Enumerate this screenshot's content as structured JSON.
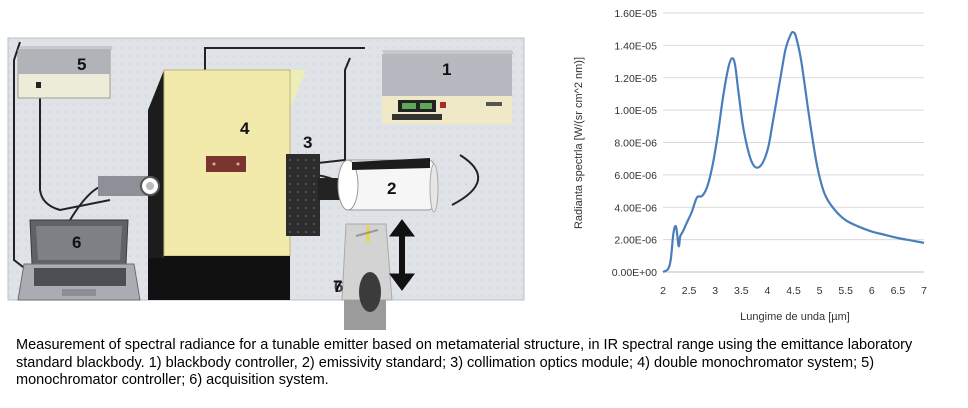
{
  "setup": {
    "labels": [
      "1",
      "2",
      "3",
      "4",
      "5",
      "6",
      "7"
    ],
    "label_over": "6"
  },
  "chart_data": {
    "type": "line",
    "xlabel": "Lungime de unda [µm]",
    "ylabel": "Radianta spectrla [W/(sr cm^2 nm)]",
    "xlim": [
      2,
      7
    ],
    "ylim": [
      0,
      1.6e-05
    ],
    "x_ticks": [
      "2",
      "2.5",
      "3",
      "3.5",
      "4",
      "4.5",
      "5",
      "5.5",
      "6",
      "6.5",
      "7"
    ],
    "y_ticks": [
      "0.00E+00",
      "2.00E-06",
      "4.00E-06",
      "6.00E-06",
      "8.00E-06",
      "1.00E-05",
      "1.20E-05",
      "1.40E-05",
      "1.60E-05"
    ],
    "grid": "horizontal",
    "color": "#4a7ebb",
    "series": [
      {
        "x": [
          2.0,
          2.1,
          2.15,
          2.2,
          2.25,
          2.3,
          2.33,
          2.38,
          2.45,
          2.55,
          2.65,
          2.75,
          2.85,
          2.95,
          3.05,
          3.15,
          3.25,
          3.32,
          3.38,
          3.45,
          3.55,
          3.7,
          3.85,
          4.0,
          4.1,
          4.25,
          4.35,
          4.45,
          4.5,
          4.55,
          4.65,
          4.8,
          4.95,
          5.1,
          5.3,
          5.5,
          5.75,
          6.0,
          6.25,
          6.5,
          6.75,
          7.0
        ],
        "y": [
          0.0,
          2e-07,
          8e-07,
          2.4e-06,
          2.8e-06,
          1.6e-06,
          2.2e-06,
          2.5e-06,
          3e-06,
          3.7e-06,
          4.6e-06,
          4.7e-06,
          5.3e-06,
          6.6e-06,
          8.5e-06,
          1.08e-05,
          1.26e-05,
          1.32e-05,
          1.28e-05,
          1.1e-05,
          8.7e-06,
          6.8e-06,
          6.5e-06,
          7.5e-06,
          9.2e-06,
          1.2e-05,
          1.38e-05,
          1.47e-05,
          1.48e-05,
          1.45e-05,
          1.3e-05,
          9.6e-06,
          6.6e-06,
          4.8e-06,
          3.8e-06,
          3.2e-06,
          2.8e-06,
          2.5e-06,
          2.3e-06,
          2.1e-06,
          1.95e-06,
          1.8e-06
        ]
      }
    ]
  },
  "caption": "Measurement of spectral radiance for a tunable emitter based on metamaterial structure, in IR spectral range using the emittance laboratory standard blackbody. 1) blackbody controller, 2) emissivity standard; 3) collimation optics module; 4) double monochromator system; 5) monochromator controller; 6) acquisition system."
}
